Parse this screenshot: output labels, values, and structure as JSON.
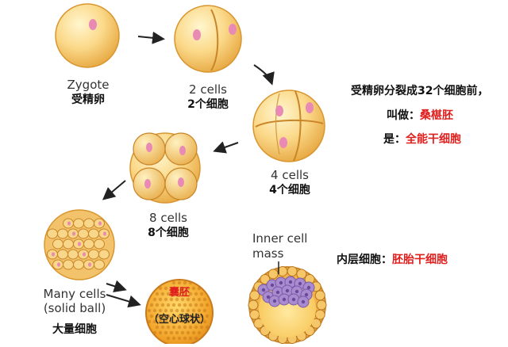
{
  "accent_red": "#e0201e",
  "stages": {
    "zygote": {
      "en": "Zygote",
      "zh": "受精卵"
    },
    "two": {
      "en": "2 cells",
      "zh": "2个细胞"
    },
    "four": {
      "en": "4 cells",
      "zh": "4个细胞"
    },
    "eight": {
      "en": "8 cells",
      "zh": "8个细胞"
    },
    "many": {
      "en_line1": "Many cells",
      "en_line2": "(solid ball)",
      "zh": "大量细胞"
    },
    "blastocyst": {
      "zh": "囊胚",
      "sub": "（空心球状）"
    },
    "inner": {
      "en_line1": "Inner cell",
      "en_line2": "mass"
    }
  },
  "notes": {
    "line1": "受精卵分裂成32个细胞前，",
    "line2_prefix": "叫做：",
    "line2_term": "桑椹胚",
    "line3_prefix": "是：",
    "line3_term": "全能干细胞",
    "line4_prefix": "内层细胞：",
    "line4_term": "胚胎干细胞"
  }
}
